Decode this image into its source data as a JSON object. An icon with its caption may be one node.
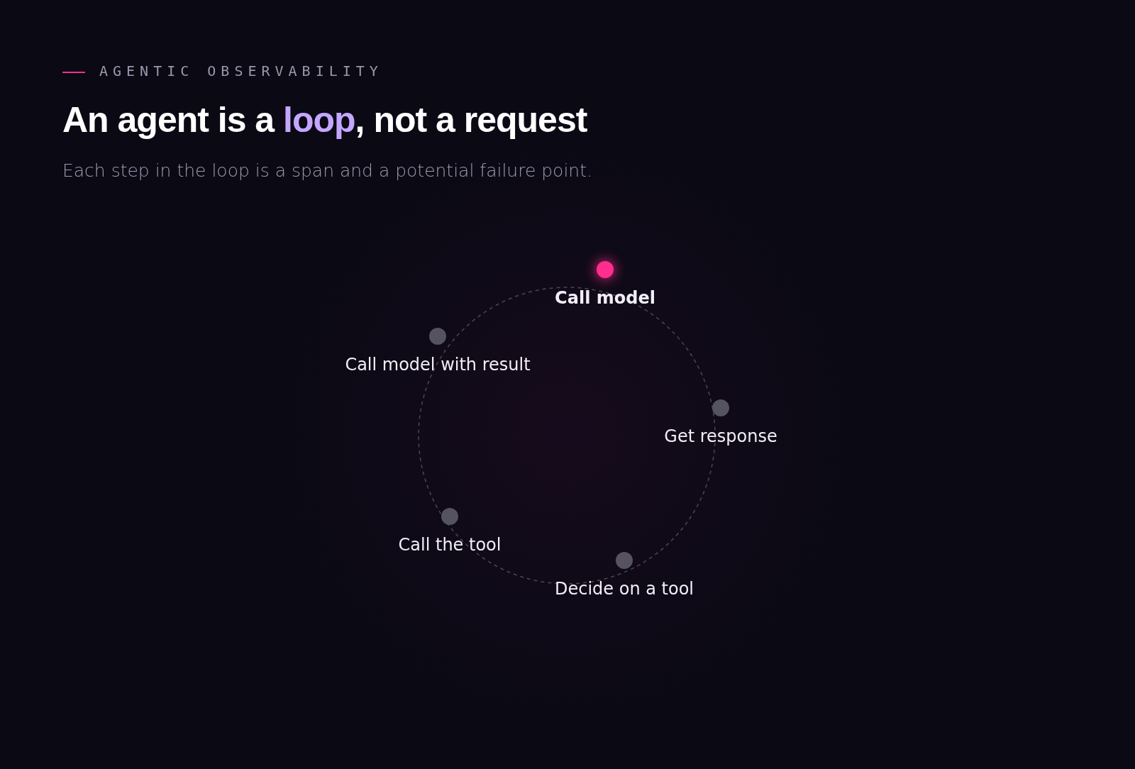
{
  "diagram": {
    "title": "An agent is a **loop**, not a request",
    "nodes": [
      {
        "text": [
          "Call model"
        ]
      },
      {
        "text": [
          "Call model with result"
        ]
      },
      {
        "text": [
          "Get response"
        ]
      },
      {
        "text": [
          "Call the tool"
        ]
      },
      {
        "text": [
          "Decide on a tool"
        ]
      }
    ],
    "labels": [
      "AGENTIC OBSERVABILITY",
      "Each step in the loop is a span and a potential failure point."
    ]
  }
}
